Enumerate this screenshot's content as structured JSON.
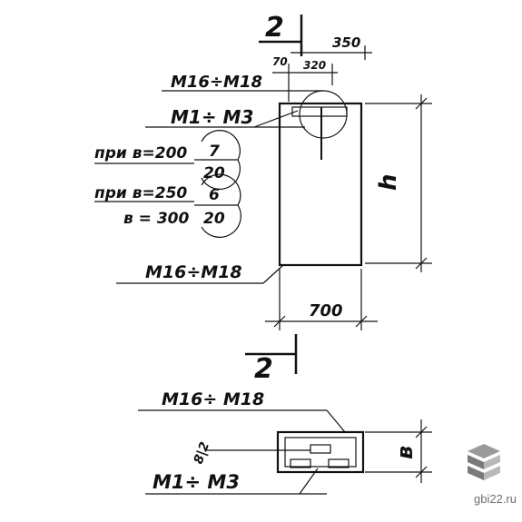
{
  "section_marks": {
    "top": "2",
    "bottom": "2"
  },
  "dimensions": {
    "d350": "350",
    "d70": "70",
    "d320": "320",
    "d700": "700",
    "height_symbol": "h",
    "width_symbol": "в"
  },
  "callouts": {
    "m16_m18_top": "M16÷M18",
    "m1_m3_top": "M1÷ M3",
    "m16_m18_mid": "M16÷M18",
    "m16_m18_bottom": "M16÷ M18",
    "m1_m3_bottom": "M1÷ M3",
    "small_label": "8|2"
  },
  "conditions": [
    {
      "label": "при в=200",
      "numerator": "7",
      "denominator": "20"
    },
    {
      "label": "при в=250",
      "numerator": "6",
      "denominator": ""
    },
    {
      "label": "в = 300",
      "numerator": "",
      "denominator": "20"
    }
  ],
  "watermark": {
    "text": "gbi22.ru"
  },
  "colors": {
    "ink": "#111111",
    "watermark": "#6f6f6f"
  }
}
